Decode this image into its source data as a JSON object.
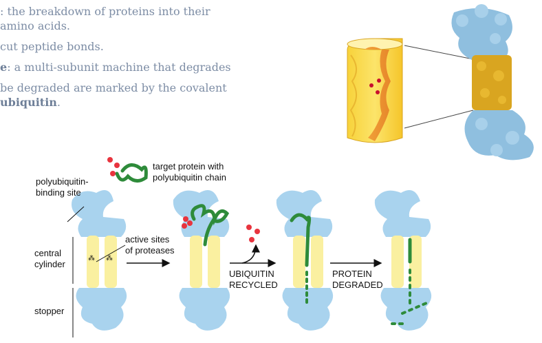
{
  "slide": {
    "line1": ": the breakdown of proteins into their",
    "line2": "amino acids.",
    "line3": "cut peptide bonds.",
    "line4_bold": "e",
    "line4_rest": ": a multi-subunit machine that degrades",
    "line5": "be degraded are marked by the covalent",
    "line6_bold": "ubiquitin",
    "line6_rest": "."
  },
  "diagram": {
    "target_protein_label_1": "target protein with",
    "target_protein_label_2": "polyubiquitin chain",
    "binding_site_label_1": "polyubiquitin-",
    "binding_site_label_2": "binding site",
    "active_sites_label_1": "active sites",
    "active_sites_label_2": "of proteases",
    "central_cylinder_label_1": "central",
    "central_cylinder_label_2": "cylinder",
    "stopper_label": "stopper",
    "ubiquitin_recycled_1": "UBIQUITIN",
    "ubiquitin_recycled_2": "RECYCLED",
    "protein_degraded_1": "PROTEIN",
    "protein_degraded_2": "DEGRADED"
  },
  "colors": {
    "text_gray": "#7d8da5",
    "cap_blue": "#a9d3ee",
    "cylinder_yellow": "#faf0a0",
    "protein_green": "#2e8b3a",
    "ubiquitin_red": "#e8343e",
    "model_blue": "#8fbfdf",
    "model_gold": "#d9a520"
  }
}
